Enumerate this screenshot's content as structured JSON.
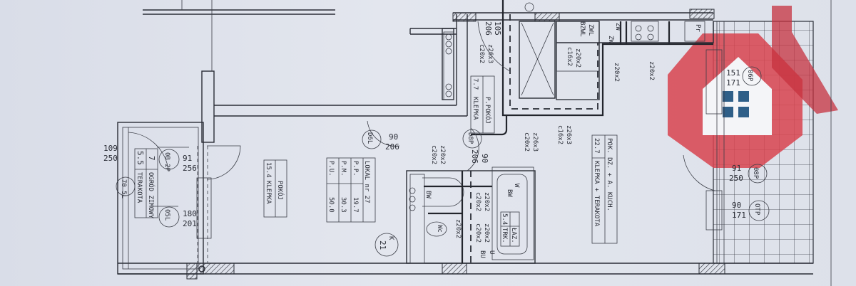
{
  "plan": {
    "apartment_table": {
      "title": "LOKAL nr 27",
      "pp_label": "P.P.",
      "pp_value": "19.7",
      "pm_label": "P.M.",
      "pm_value": "30.3",
      "pu_label": "P.U.",
      "pu_value": "50.0"
    },
    "rooms": [
      {
        "number": "7",
        "area": "5.5",
        "name": "OGRÓD ZIMOWY",
        "floor": "TERAKOTA"
      },
      {
        "name": "POKÓJ",
        "area": "15.4",
        "floor": "KLEPKA"
      },
      {
        "name": "P.POKÓJ",
        "area": "7.7",
        "floor": "KLEPKA"
      },
      {
        "name": "POK. DZ. + A. KUCH.",
        "area": "22.7",
        "floor": "KLEPKA + TERAKOTA"
      },
      {
        "name": "ŁAZ.",
        "area": "5.4",
        "floor": "TRK."
      }
    ],
    "doors": [
      {
        "tag": "0B 2P",
        "width": "91",
        "height": "256"
      },
      {
        "tag": "05L",
        "width": "180",
        "height": "201"
      },
      {
        "tag": "D6L",
        "width": "90",
        "height": "206"
      },
      {
        "tag": "D8P",
        "width": "90",
        "height": "206"
      },
      {
        "tag": "",
        "width": "105",
        "height": "206"
      },
      {
        "tag": "",
        "width": "109",
        "height": "250"
      },
      {
        "tag": "06P",
        "width": "151",
        "height": "171"
      },
      {
        "tag": "08P",
        "width": "91",
        "height": "250"
      },
      {
        "tag": "OTP",
        "width": "90",
        "height": "171"
      },
      {
        "tag": "70 5L",
        "width": "",
        "height": ""
      }
    ],
    "stair_tag": {
      "letter": "K",
      "number": "21"
    },
    "pipes": [
      "z26x3",
      "c20x2",
      "z20x2",
      "c16x2",
      "z20x2",
      "z20x2",
      "z26x3",
      "c16x2",
      "z26x3",
      "c20x2",
      "z20x2",
      "c20x2",
      "z20x2",
      "c20x2",
      "z20x2",
      "c20x2",
      "z20x2"
    ],
    "fixtures": [
      "ZWL",
      "BZWL",
      "ZW",
      "ZW",
      "Pr",
      "BW",
      "W",
      "BW",
      "Wc",
      "U",
      "BU"
    ]
  },
  "logo": {
    "colors": {
      "red": "#d8434f",
      "white": "#f4f5f8",
      "blue": "#2f5f88"
    }
  }
}
